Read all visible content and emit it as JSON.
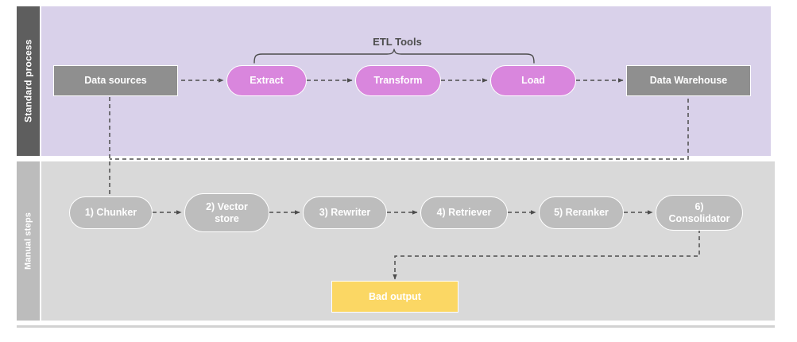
{
  "diagram": {
    "title_visible": false,
    "colors": {
      "lane_top_label_bg": "#5e5e5e",
      "lane_top_body_bg": "#d9d1ea",
      "lane_bottom_label_bg": "#bcbcbc",
      "lane_bottom_body_bg": "#d9d9d9",
      "node_gray": "#8f8f8f",
      "node_magenta": "#d986dd",
      "node_soft_gray": "#bdbdbd",
      "node_yellow": "#fbd764",
      "connector": "#4d4d4d",
      "node_border": "#ffffff"
    }
  },
  "lanes": [
    {
      "id": "standard-process",
      "label": "Standard process"
    },
    {
      "id": "manual-steps",
      "label": "Manual steps"
    }
  ],
  "annotations": {
    "etl_bracket_label": "ETL Tools"
  },
  "standard_process": {
    "nodes": [
      {
        "id": "data-sources",
        "label": "Data sources",
        "shape": "rect",
        "style": "gray"
      },
      {
        "id": "extract",
        "label": "Extract",
        "shape": "pill",
        "style": "magenta"
      },
      {
        "id": "transform",
        "label": "Transform",
        "shape": "pill",
        "style": "magenta"
      },
      {
        "id": "load",
        "label": "Load",
        "shape": "pill",
        "style": "magenta"
      },
      {
        "id": "data-warehouse",
        "label": "Data Warehouse",
        "shape": "rect",
        "style": "gray"
      }
    ]
  },
  "manual_steps": {
    "nodes": [
      {
        "id": "chunker",
        "label": "1) Chunker",
        "shape": "pill",
        "style": "softgray"
      },
      {
        "id": "vector-store",
        "label": "2) Vector\nstore",
        "shape": "pill",
        "style": "softgray"
      },
      {
        "id": "rewriter",
        "label": "3) Rewriter",
        "shape": "pill",
        "style": "softgray"
      },
      {
        "id": "retriever",
        "label": "4) Retriever",
        "shape": "pill",
        "style": "softgray"
      },
      {
        "id": "reranker",
        "label": "5) Reranker",
        "shape": "pill",
        "style": "softgray"
      },
      {
        "id": "consolidator",
        "label": "6)\nConsolidator",
        "shape": "pill",
        "style": "softgray"
      },
      {
        "id": "bad-output",
        "label": "Bad output",
        "shape": "rect",
        "style": "yellow"
      }
    ]
  },
  "connectors": [
    {
      "from": "data-sources",
      "to": "extract",
      "style": "dashed-arrow"
    },
    {
      "from": "extract",
      "to": "transform",
      "style": "dashed-arrow"
    },
    {
      "from": "transform",
      "to": "load",
      "style": "dashed-arrow"
    },
    {
      "from": "load",
      "to": "data-warehouse",
      "style": "dashed-arrow"
    },
    {
      "from": "data-sources",
      "to": "chunker",
      "style": "dashed-arrow"
    },
    {
      "from": "chunker",
      "to": "vector-store",
      "style": "dashed-arrow"
    },
    {
      "from": "vector-store",
      "to": "rewriter",
      "style": "dashed-arrow"
    },
    {
      "from": "rewriter",
      "to": "retriever",
      "style": "dashed-arrow"
    },
    {
      "from": "retriever",
      "to": "reranker",
      "style": "dashed-arrow"
    },
    {
      "from": "reranker",
      "to": "consolidator",
      "style": "dashed-arrow"
    },
    {
      "from": "consolidator",
      "to": "bad-output",
      "style": "dashed-arrow"
    },
    {
      "from": "data-warehouse",
      "to": "chunker",
      "style": "dashed-line"
    }
  ]
}
